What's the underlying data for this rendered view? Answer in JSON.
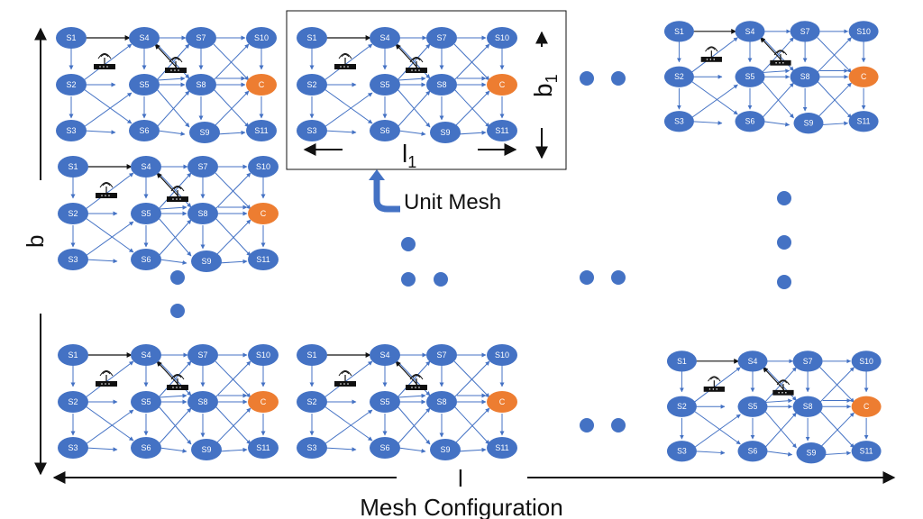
{
  "nodes": {
    "s1": "S1",
    "s2": "S2",
    "s3": "S3",
    "s4": "S4",
    "s5": "S5",
    "s6": "S6",
    "s7": "S7",
    "s8": "S8",
    "s9": "S9",
    "s10": "S10",
    "c": "C",
    "s11": "S11"
  },
  "labels": {
    "unit_mesh": "Unit Mesh",
    "mesh_configuration": "Mesh Configuration",
    "b": "b",
    "l": "l",
    "b1_main": "b",
    "b1_sub": "1",
    "l1_main": "l",
    "l1_sub": "1"
  },
  "colors": {
    "node": "#4472C4",
    "controller": "#ED7D31",
    "edge": "#4472C4",
    "dots": "#4472C4"
  },
  "icons": [
    "wifi-router-icon",
    "wifi-router-icon"
  ]
}
